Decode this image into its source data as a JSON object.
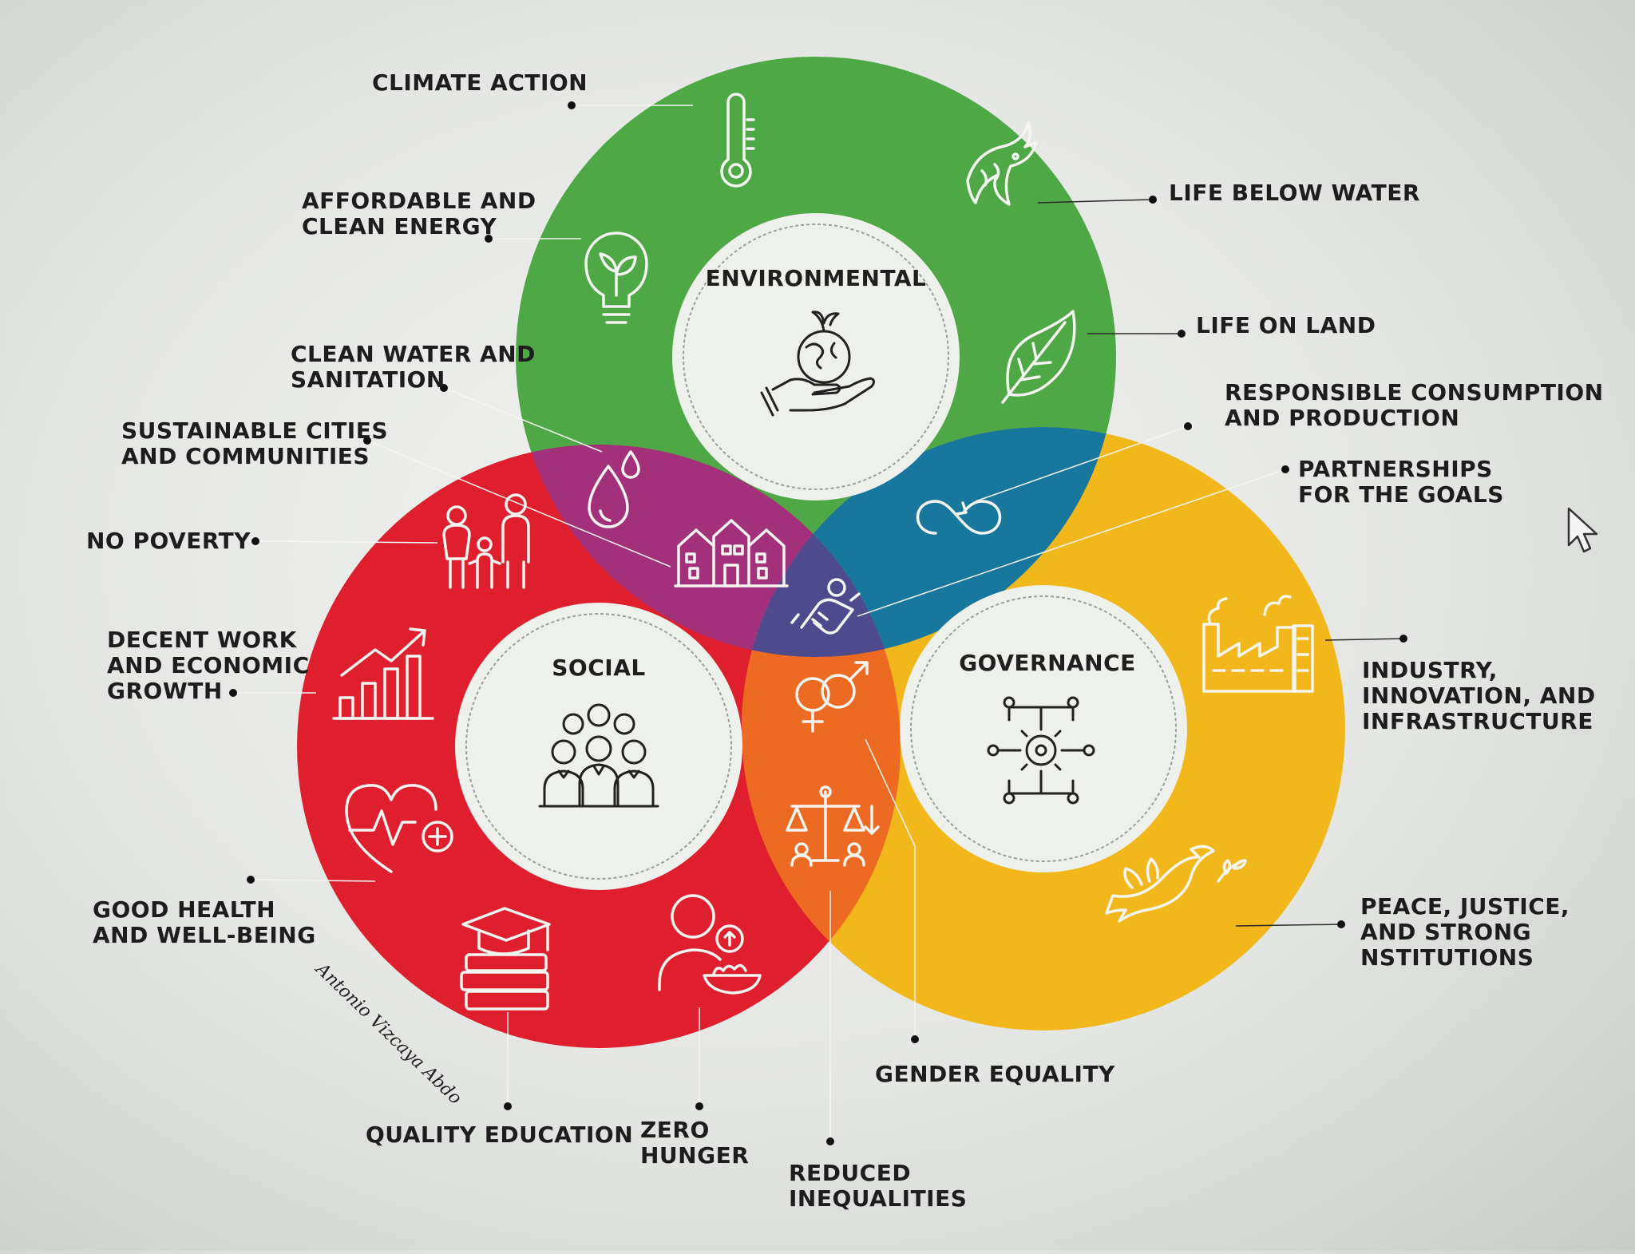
{
  "pillars": {
    "environmental": {
      "title": "ENVIRONMENTAL",
      "color": "#4ea845"
    },
    "social": {
      "title": "SOCIAL",
      "color": "#df1f2d"
    },
    "governance": {
      "title": "GOVERNANCE",
      "color": "#f2b71b"
    }
  },
  "overlap_colors": {
    "environmental_social": "#a3307a",
    "environmental_governance": "#17779c",
    "social_governance": "#ec6a22",
    "all_three": "#4d4a8e"
  },
  "goals": {
    "climate_action": {
      "lines": [
        "CLIMATE ACTION"
      ],
      "icon": "thermometer-icon"
    },
    "affordable_clean_energy": {
      "lines": [
        "AFFORDABLE AND",
        "CLEAN ENERGY"
      ],
      "icon": "lightbulb-plant-icon"
    },
    "clean_water": {
      "lines": [
        "CLEAN WATER AND",
        "SANITATION"
      ],
      "icon": "water-drops-icon"
    },
    "sustainable_cities": {
      "lines": [
        "SUSTAINABLE CITIES",
        "AND COMMUNITIES"
      ],
      "icon": "houses-icon"
    },
    "no_poverty": {
      "lines": [
        "NO POVERTY"
      ],
      "icon": "family-icon"
    },
    "decent_work": {
      "lines": [
        "DECENT WORK",
        "AND ECONOMIC",
        "GROWTH"
      ],
      "icon": "growth-chart-icon"
    },
    "good_health": {
      "lines": [
        "GOOD HEALTH",
        "AND WELL-BEING"
      ],
      "icon": "heart-pulse-icon"
    },
    "quality_education": {
      "lines": [
        "QUALITY EDUCATION"
      ],
      "icon": "books-graduation-icon"
    },
    "zero_hunger": {
      "lines": [
        "ZERO",
        "HUNGER"
      ],
      "icon": "person-food-icon"
    },
    "reduced_inequalities": {
      "lines": [
        "REDUCED",
        "INEQUALITIES"
      ],
      "icon": "balance-scale-icon"
    },
    "gender_equality": {
      "lines": [
        "GENDER EQUALITY"
      ],
      "icon": "gender-symbols-icon"
    },
    "life_below_water": {
      "lines": [
        "LIFE BELOW WATER"
      ],
      "icon": "fish-icon"
    },
    "life_on_land": {
      "lines": [
        "LIFE ON LAND"
      ],
      "icon": "leaf-icon"
    },
    "responsible_consumption": {
      "lines": [
        "RESPONSIBLE CONSUMPTION",
        "AND PRODUCTION"
      ],
      "icon": "infinity-loop-icon"
    },
    "partnerships": {
      "lines": [
        "PARTNERSHIPS",
        "FOR THE GOALS"
      ],
      "icon": "handshake-globe-icon"
    },
    "industry": {
      "lines": [
        "INDUSTRY,",
        "INNOVATION, AND",
        "INFRASTRUCTURE"
      ],
      "icon": "factory-icon"
    },
    "peace_justice": {
      "lines": [
        "PEACE, JUSTICE,",
        "AND STRONG",
        "NSTITUTIONS"
      ],
      "icon": "dove-icon"
    }
  },
  "credit": "Antonio Vizcaya Abdo"
}
